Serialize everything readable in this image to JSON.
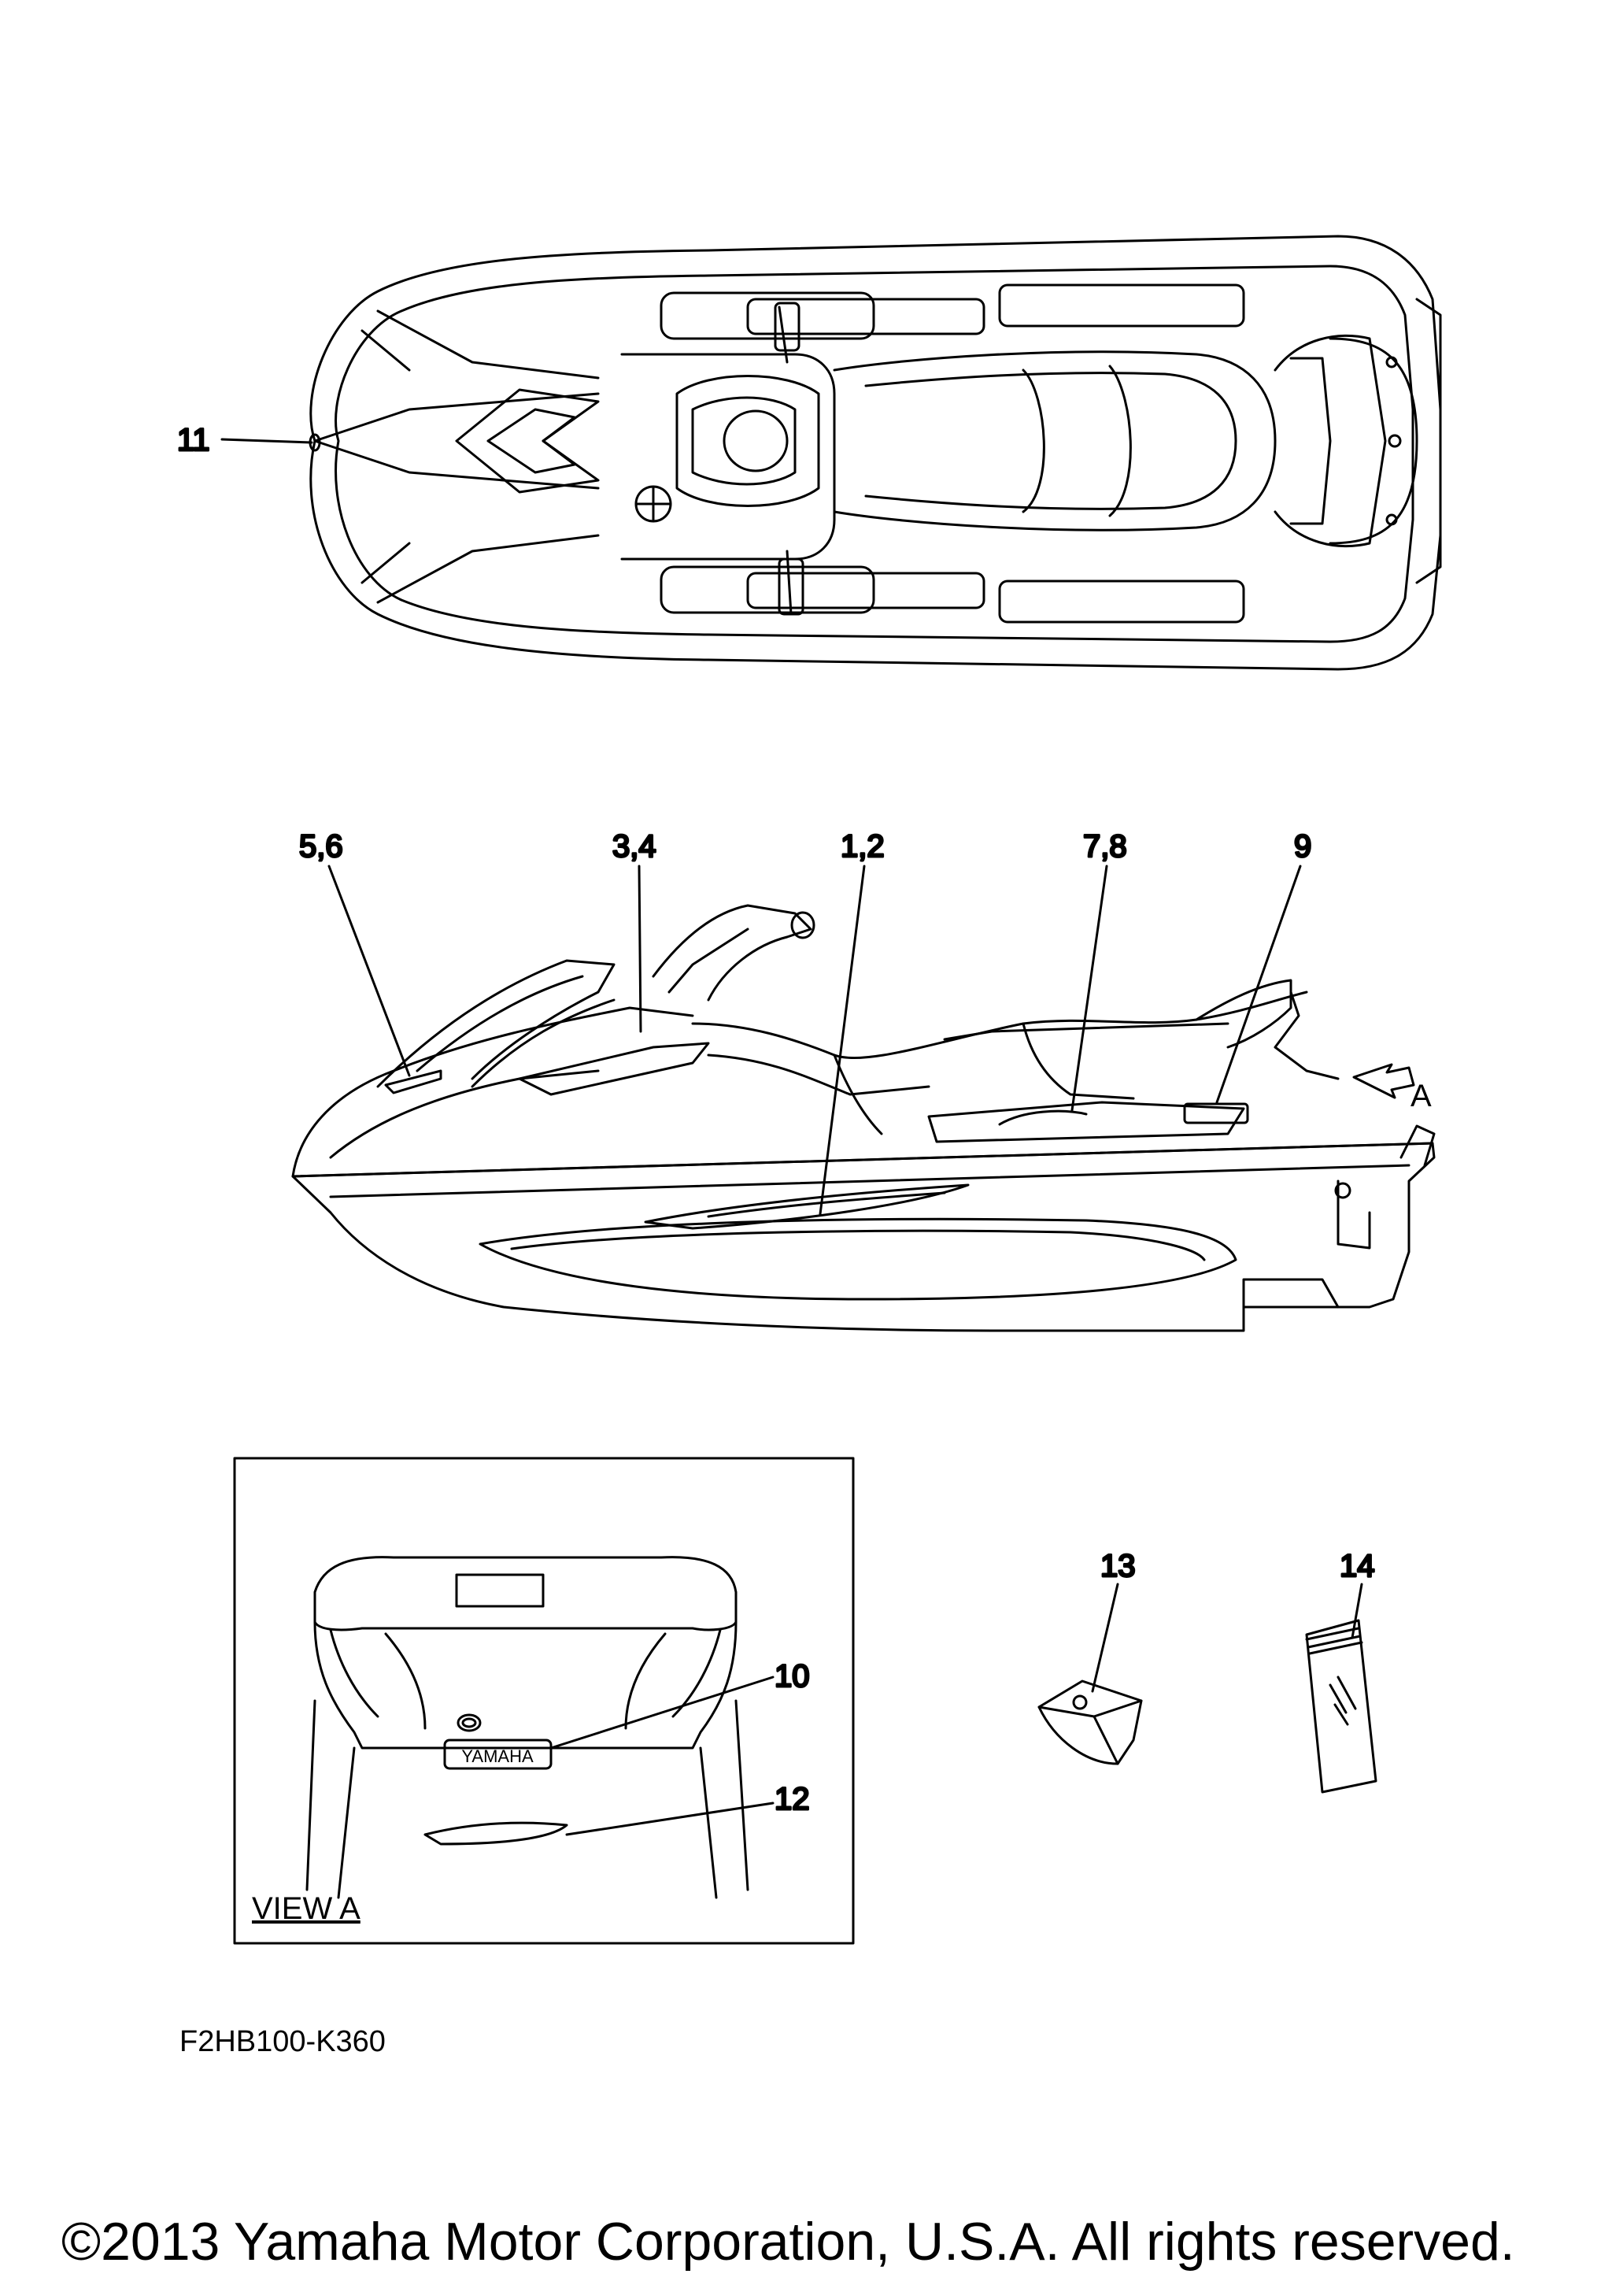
{
  "diagram": {
    "callouts": {
      "c11": "11",
      "c56": "5,6",
      "c34": "3,4",
      "c12_pair": "1,2",
      "c78": "7,8",
      "c9": "9",
      "c10": "10",
      "c12": "12",
      "c13": "13",
      "c14": "14"
    },
    "view_arrow_label": "A",
    "view_box_label": "VIEW A",
    "decals": {
      "yamaha_badge": "YAMAHA"
    },
    "drawing_code": "F2HB100-K360",
    "copyright": "©2013 Yamaha Motor Corporation, U.S.A. All rights reserved."
  },
  "colors": {
    "line": "#000000",
    "background": "#ffffff"
  }
}
